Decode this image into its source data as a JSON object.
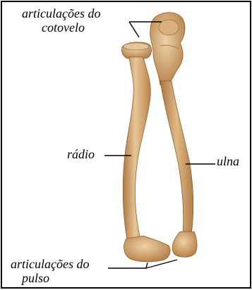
{
  "labels": {
    "elbow_joints_line1": "articulações do",
    "elbow_joints_line2": "cotovelo",
    "radius": "rádio",
    "ulna": "ulna",
    "wrist_joints_line1": "articulações do",
    "wrist_joints_line2": "pulso"
  },
  "colors": {
    "bone_light": "#e3bf8c",
    "bone_mid": "#c99a62",
    "bone_shadow": "#a6743f",
    "leader_line": "#000000",
    "frame_border": "#000000"
  }
}
